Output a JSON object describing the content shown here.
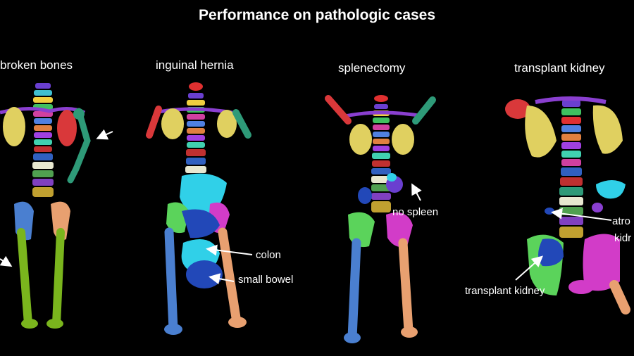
{
  "title": "Performance on pathologic cases",
  "panels": [
    {
      "label": "broken bones"
    },
    {
      "label": "inguinal hernia",
      "annotations": [
        "colon",
        "small bowel"
      ]
    },
    {
      "label": "splenectomy",
      "annotations": [
        "no spleen"
      ]
    },
    {
      "label": "transplant kidney",
      "annotations": [
        "atro",
        "kidr",
        "transplant kidney"
      ]
    }
  ],
  "colors": {
    "background": "#000000",
    "humerus_red": "#d9383a",
    "scapula_yellow": "#e0d060",
    "femur_green": "#7ab51d",
    "femur_blue": "#4a7fd0",
    "femur_orange": "#e8a070",
    "pelvis_green": "#5bd35b",
    "pelvis_magenta": "#d23cc8",
    "colon_cyan": "#30d0e8",
    "bowel_blue": "#2248b8",
    "ulna_teal": "#2e9a78"
  }
}
